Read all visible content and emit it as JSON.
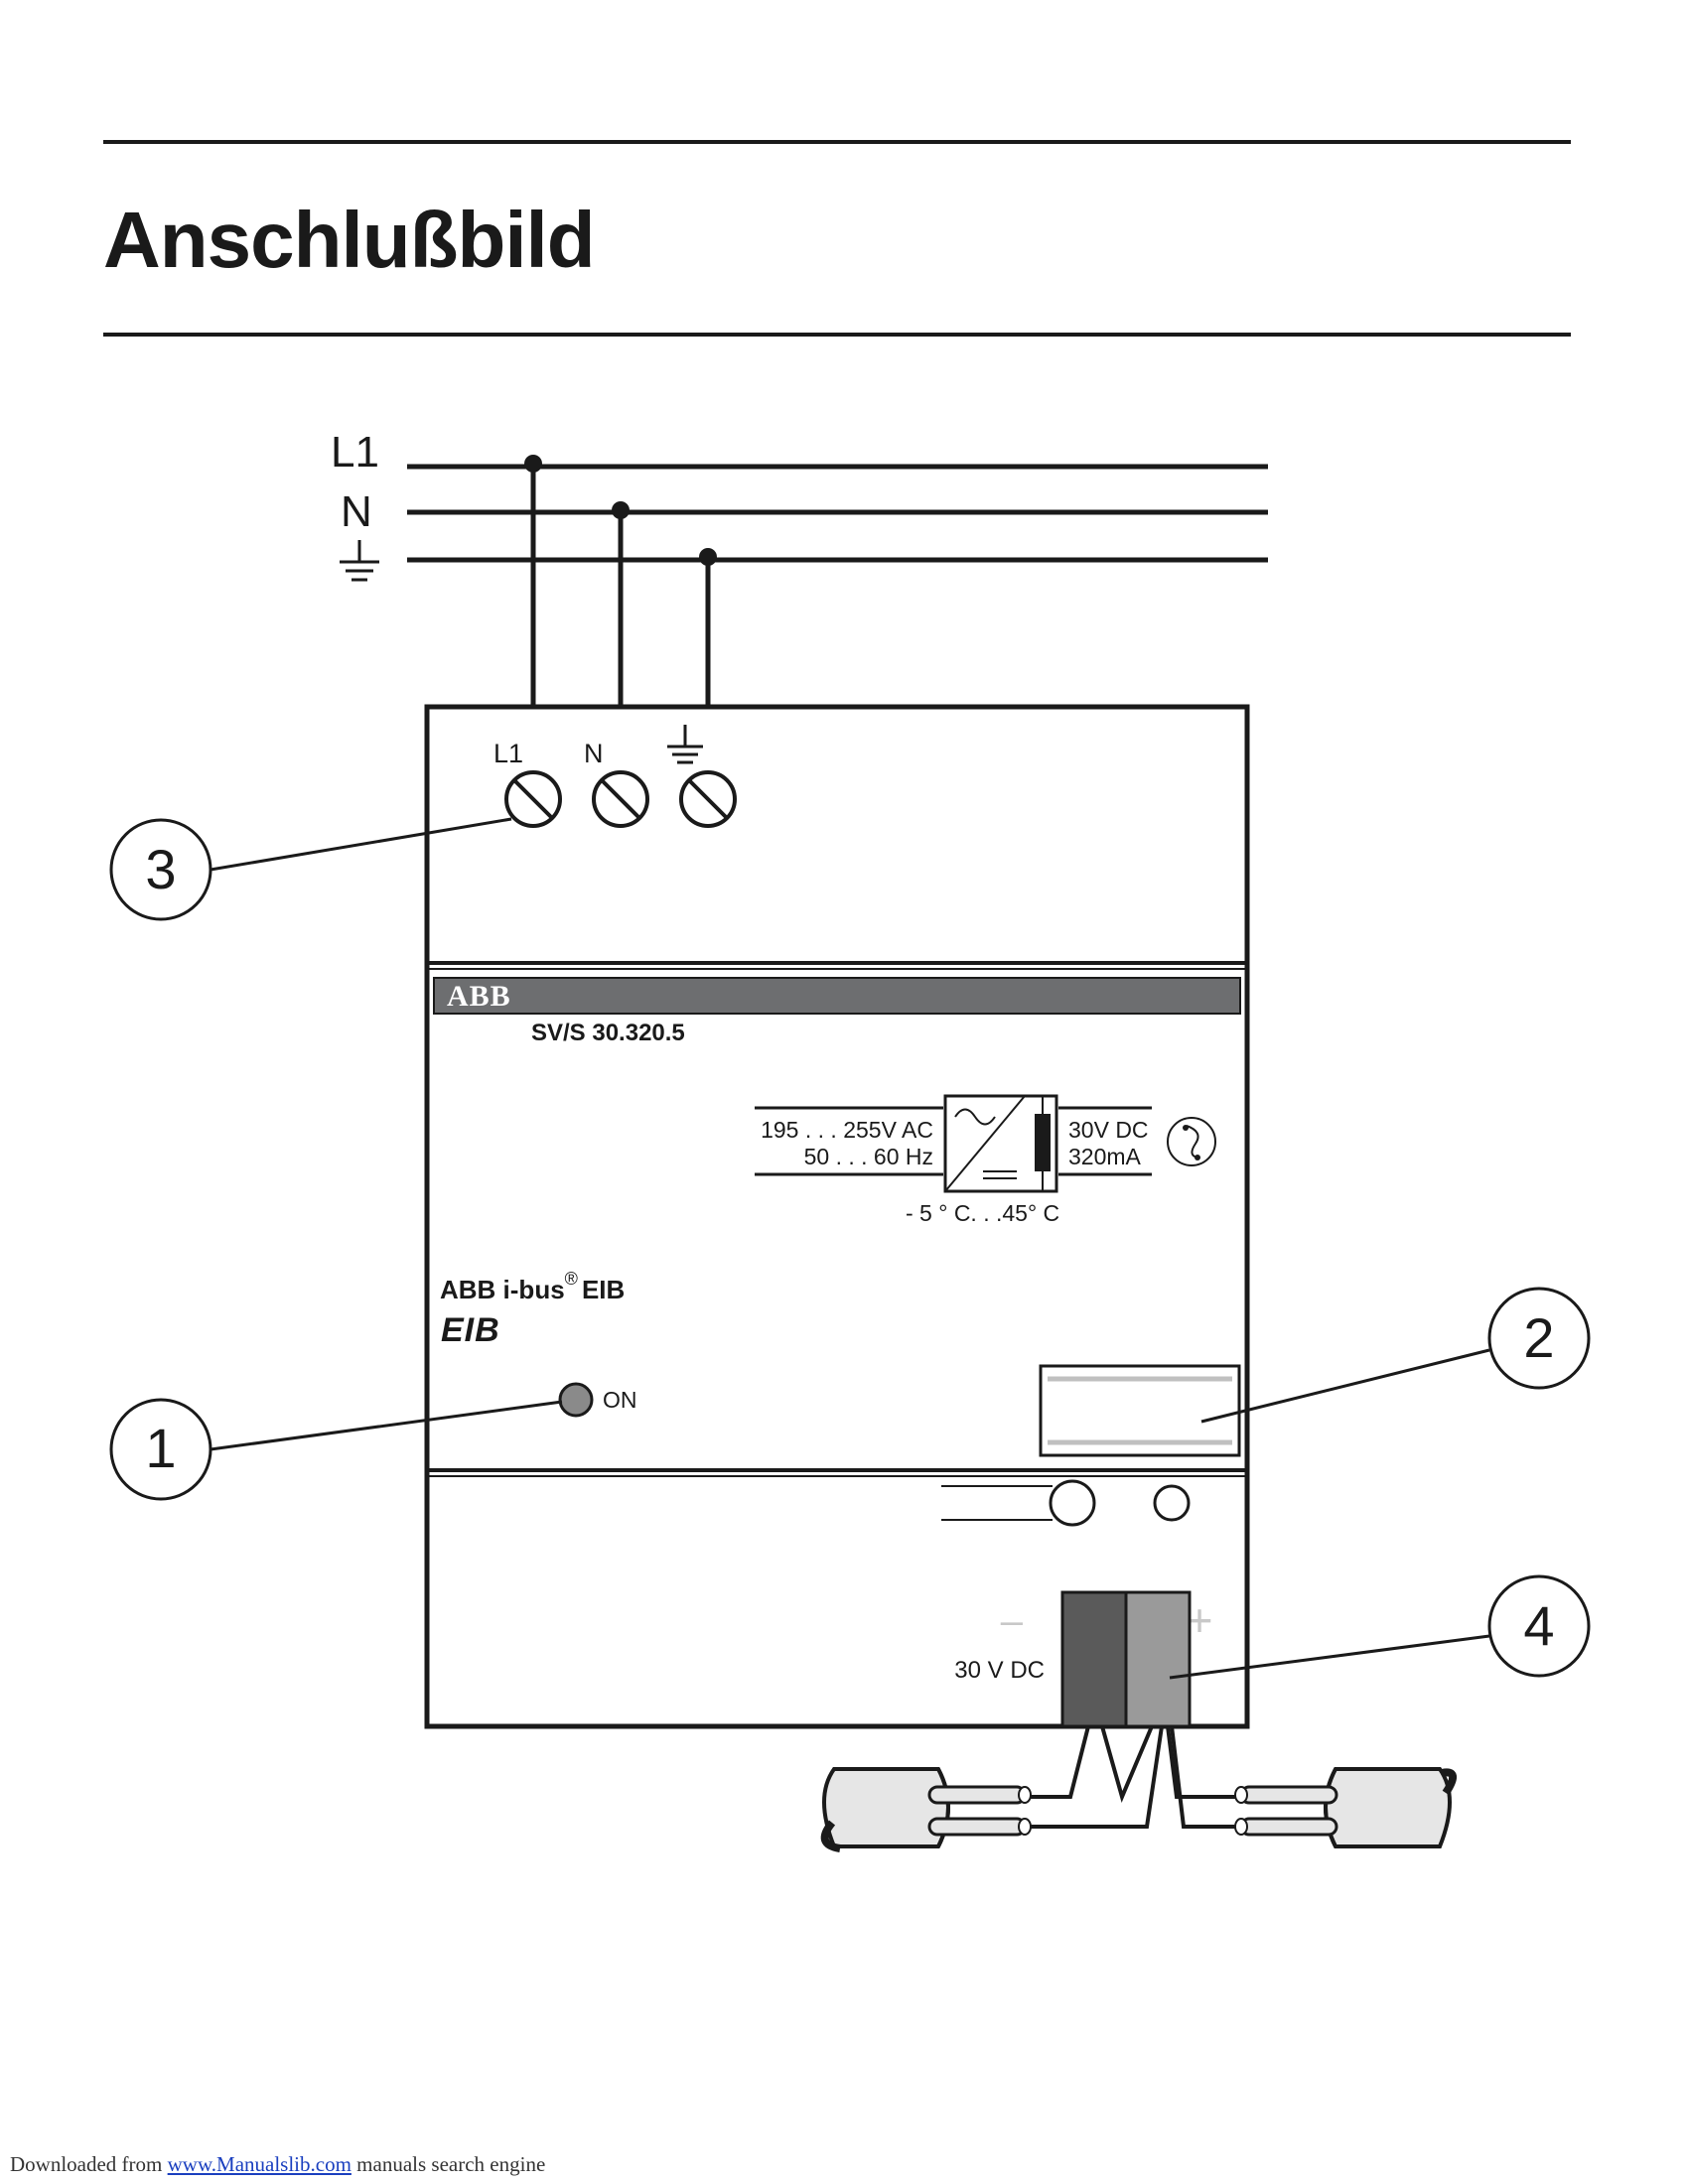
{
  "page": {
    "title": "Anschlußbild"
  },
  "mains": {
    "line_labels": [
      "L1",
      "N"
    ],
    "earth_icon": "earth-ground-icon"
  },
  "device": {
    "terminal_labels": [
      "L1",
      "N"
    ],
    "brand": "ABB",
    "model": "SV/S 30.320.5",
    "input_voltage": "195 . . . 255V AC",
    "input_frequency": "50 . . . 60 Hz",
    "output_voltage": "30V DC",
    "output_current": "320mA",
    "temperature_range": "- 5 ° C. . .45° C",
    "bus_name": "ABB i-bus",
    "registered_mark": "®",
    "bus_suffix": "EIB",
    "eib_logo": "EIB",
    "led_label": "ON",
    "dc_label": "30 V DC",
    "minus": "–",
    "plus": "+"
  },
  "callouts": [
    "1",
    "2",
    "3",
    "4"
  ],
  "footer": {
    "prefix": "Downloaded from ",
    "link": "www.Manualslib.com",
    "suffix": " manuals search engine"
  }
}
